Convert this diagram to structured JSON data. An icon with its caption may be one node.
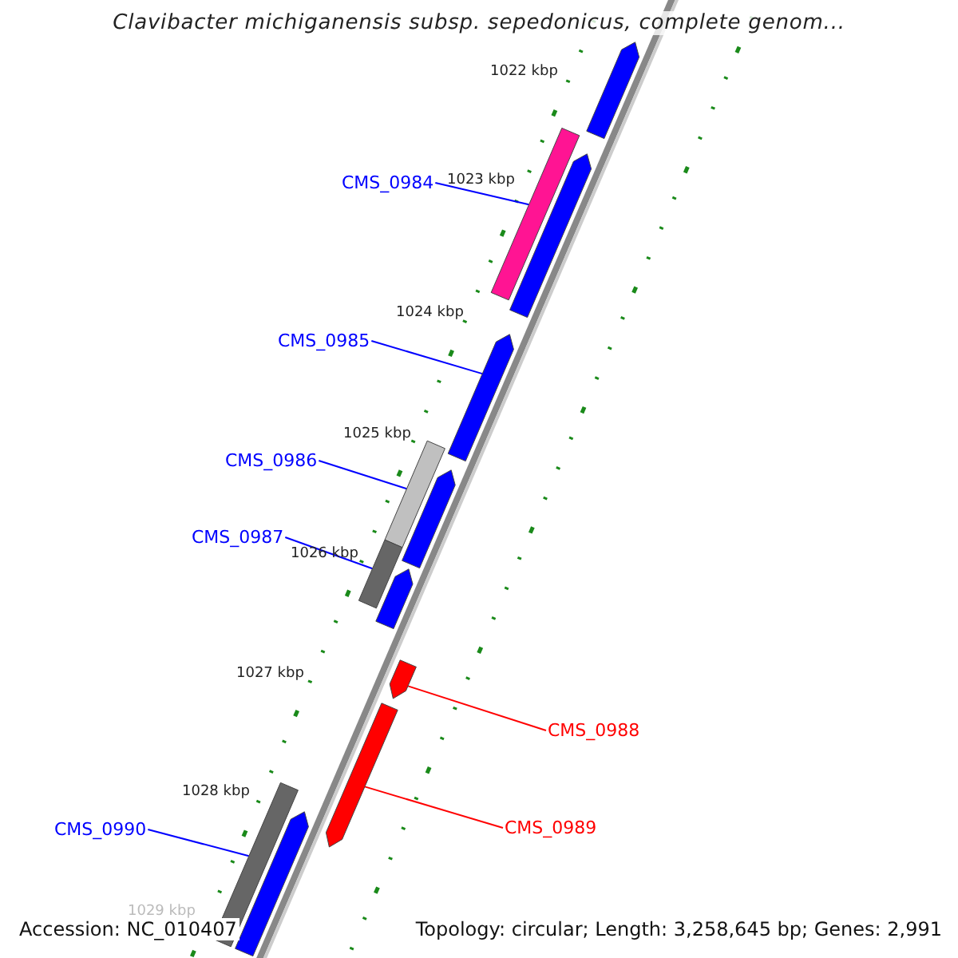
{
  "diagram": {
    "title": "Clavibacter michiganensis subsp. sepedonicus, complete genom...",
    "nodes": [
      {
        "text": [
          "CMS_0984"
        ]
      },
      {
        "text": [
          "CMS_0985"
        ]
      },
      {
        "text": [
          "CMS_0986"
        ]
      },
      {
        "text": [
          "CMS_0987"
        ]
      },
      {
        "text": [
          "CMS_0988"
        ]
      },
      {
        "text": [
          "CMS_0989"
        ]
      },
      {
        "text": [
          "CMS_0990"
        ]
      },
      {
        "text": [],
        "shape": "bar"
      },
      {
        "text": [],
        "shape": "bar"
      },
      {
        "text": [],
        "shape": "bar"
      },
      {
        "text": [],
        "shape": "bar"
      },
      {
        "text": [],
        "shape": "bar"
      },
      {
        "text": [],
        "shape": "bar"
      },
      {
        "text": [],
        "shape": "bar"
      },
      {
        "text": [],
        "shape": "bar"
      },
      {
        "text": [],
        "shape": "bar"
      },
      {
        "text": [],
        "shape": "bar"
      },
      {
        "text": [],
        "shape": "bar"
      },
      {
        "text": [],
        "shape": "bar"
      }
    ],
    "edges": [
      {
        "from": 0,
        "to": 7,
        "arrow": "none"
      },
      {
        "from": 1,
        "to": 8,
        "arrow": "none"
      },
      {
        "from": 2,
        "to": 9,
        "arrow": "none"
      },
      {
        "from": 3,
        "to": 10,
        "arrow": "none"
      },
      {
        "from": 4,
        "to": 11,
        "arrow": "none",
        "color": "#ff0000"
      },
      {
        "from": 5,
        "to": 12,
        "arrow": "none",
        "color": "#ff0000"
      },
      {
        "from": 6,
        "to": 13,
        "arrow": "none"
      }
    ],
    "labels": [
      "1022 kbp",
      "1023 kbp",
      "1024 kbp",
      "1025 kbp",
      "1026 kbp",
      "1027 kbp",
      "1028 kbp",
      "1029 kbp",
      "Accession: NC_010407",
      "Topology: circular; Length: 3,258,645 bp; Genes: 2,991"
    ]
  }
}
